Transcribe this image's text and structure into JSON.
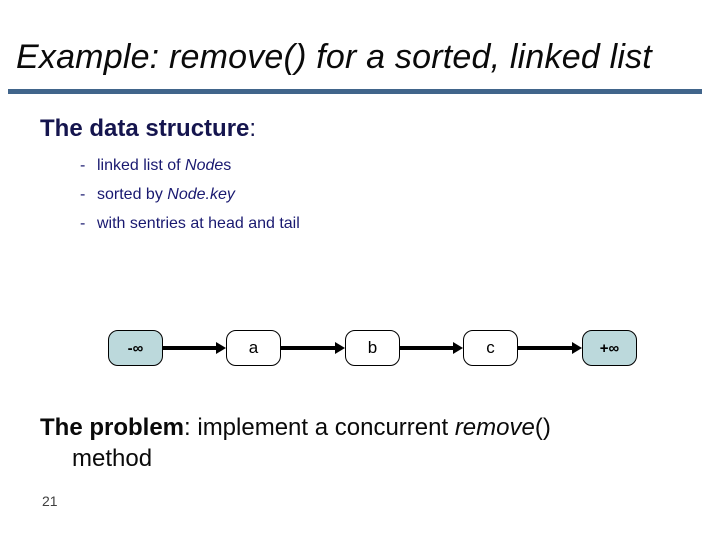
{
  "slide": {
    "title": "Example: remove() for a sorted, linked list",
    "section_data_structure": {
      "heading": "The data structure",
      "colon": ":",
      "bullets": [
        {
          "marker": "-",
          "pre": "linked list of ",
          "em": "Node",
          "post": "s"
        },
        {
          "marker": "-",
          "pre": "sorted by ",
          "em": "Node.key",
          "post": ""
        },
        {
          "marker": "-",
          "pre": "with sentries at head and tail",
          "em": "",
          "post": ""
        }
      ]
    },
    "diagram": {
      "nodes": [
        {
          "label": "-∞",
          "type": "sentinel"
        },
        {
          "label": "a",
          "type": "normal"
        },
        {
          "label": "b",
          "type": "normal"
        },
        {
          "label": "c",
          "type": "normal"
        },
        {
          "label": "+∞",
          "type": "sentinel"
        }
      ],
      "sentinel_fill": "#bcd9dc",
      "node_fill": "#ffffff",
      "border_color": "#000000",
      "arrow_color": "#000000"
    },
    "section_problem": {
      "lead": "The problem",
      "colon": ": ",
      "body": "implement a concurrent ",
      "em": "remove",
      "after_em": "()",
      "line2": "method"
    },
    "page_number": "21",
    "colors": {
      "rule": "#41658b",
      "heading": "#15154e",
      "bullet_text": "#191970",
      "title": "#0a0a0a"
    }
  }
}
